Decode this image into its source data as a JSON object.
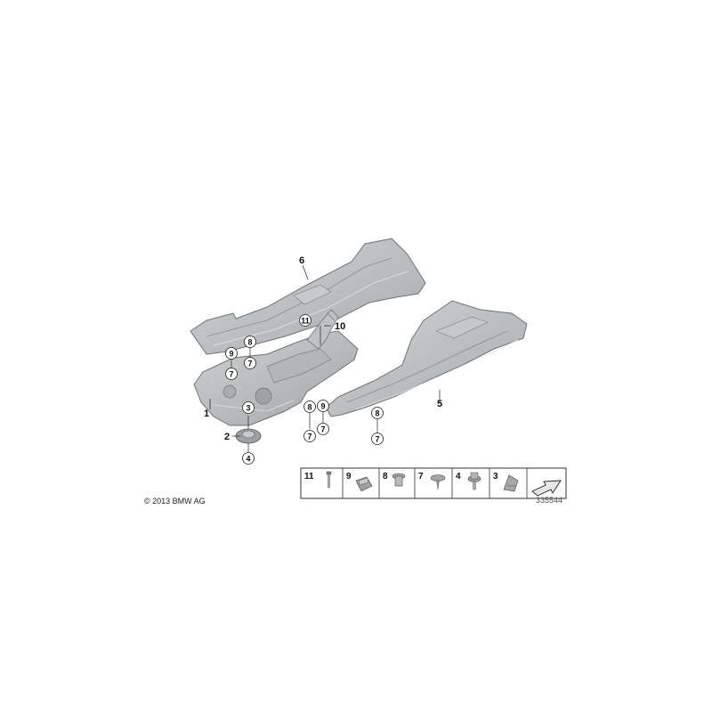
{
  "diagram": {
    "copyright": "© 2013 BMW AG",
    "diagram_number": "335544",
    "callouts": {
      "part_1": "1",
      "part_2": "2",
      "part_3": "3",
      "part_4": "4",
      "part_5": "5",
      "part_6": "6",
      "part_7a": "7",
      "part_7b": "7",
      "part_7c": "7",
      "part_7d": "7",
      "part_8a": "8",
      "part_8b": "8",
      "part_8c": "8",
      "part_9a": "9",
      "part_9b": "9",
      "part_10": "10",
      "part_11": "11"
    },
    "legend": [
      "11",
      "9",
      "8",
      "7",
      "4",
      "3"
    ],
    "colors": {
      "panel_fill": "#b9bcbe",
      "panel_edge": "#6f7376",
      "panel_light": "#d5d7d8",
      "frame": "#333333"
    }
  }
}
